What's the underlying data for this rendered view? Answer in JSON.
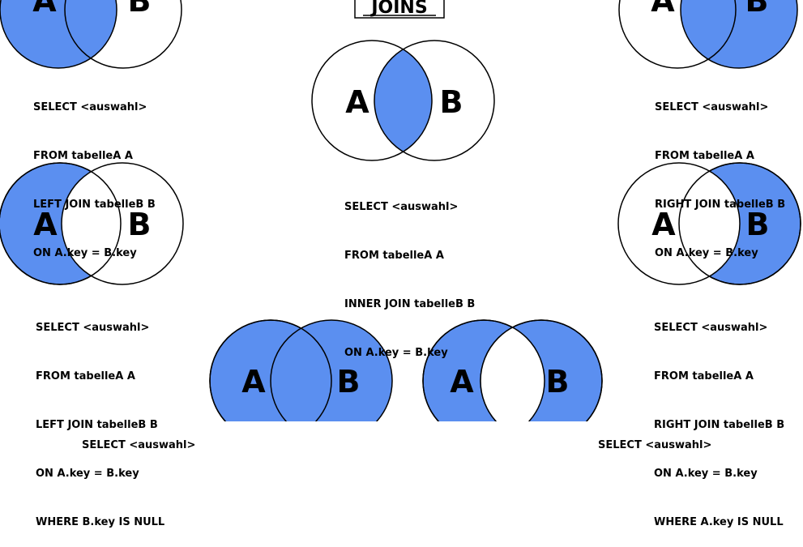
{
  "title": "JOINS",
  "colors": {
    "fill": "#5b8ff0",
    "stroke": "#000000",
    "background": "#ffffff"
  },
  "labels": {
    "a": "A",
    "b": "B"
  },
  "diagrams": {
    "left_join": {
      "lines": [
        "SELECT <auswahl>",
        "FROM tabelleA A",
        "LEFT JOIN tabelleB B",
        "ON A.key = B.key"
      ]
    },
    "inner_join": {
      "lines": [
        "SELECT <auswahl>",
        "FROM tabelleA A",
        "INNER JOIN tabelleB B",
        "ON A.key = B.key"
      ]
    },
    "right_join": {
      "lines": [
        "SELECT <auswahl>",
        "FROM tabelleA A",
        "RIGHT JOIN tabelleB B",
        "ON A.key = B.key"
      ]
    },
    "left_excl": {
      "lines": [
        "SELECT <auswahl>",
        "FROM tabelleA A",
        "LEFT JOIN tabelleB B",
        "ON A.key = B.key",
        "WHERE B.key IS NULL"
      ]
    },
    "right_excl": {
      "lines": [
        "SELECT <auswahl>",
        "FROM tabelleA A",
        "RIGHT JOIN tabelleB B",
        "ON A.key = B.key",
        "WHERE A.key IS NULL"
      ]
    },
    "full_outer": {
      "lines": [
        "SELECT <auswahl>"
      ]
    },
    "full_excl": {
      "lines": [
        "SELECT <auswahl>"
      ]
    }
  }
}
